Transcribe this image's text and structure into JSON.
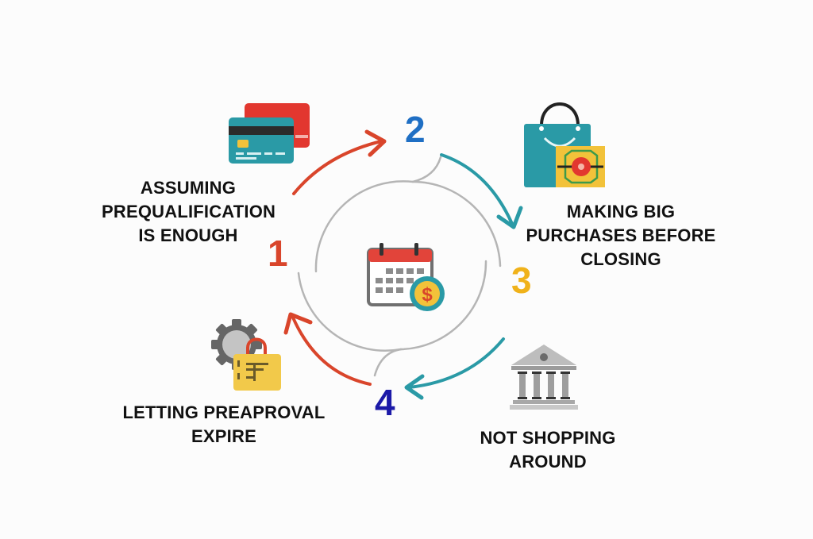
{
  "diagram": {
    "center_icon": "calendar-dollar-icon",
    "steps": [
      {
        "number": "1",
        "number_color": "#d9452b",
        "label_lines": [
          "ASSUMING",
          "PREQUALIFICATION",
          "IS ENOUGH"
        ],
        "icon": "credit-cards-icon"
      },
      {
        "number": "2",
        "number_color": "#1f6fc4",
        "label_lines": [
          "MAKING BIG",
          "PURCHASES BEFORE",
          "CLOSING"
        ],
        "icon": "shopping-bag-icon"
      },
      {
        "number": "3",
        "number_color": "#f0b21a",
        "label_lines": [
          "NOT SHOPPING",
          "AROUND"
        ],
        "icon": "bank-icon"
      },
      {
        "number": "4",
        "number_color": "#1c1aa8",
        "label_lines": [
          "LETTING PREAPROVAL",
          "EXPIRE"
        ],
        "icon": "gear-document-icon"
      }
    ],
    "arrows": [
      {
        "from": "1",
        "to": "2",
        "color": "#d9452b"
      },
      {
        "from": "2",
        "to": "3",
        "color": "#2a9aa6"
      },
      {
        "from": "3",
        "to": "4",
        "color": "#2a9aa6"
      },
      {
        "from": "4",
        "to": "1",
        "color": "#d9452b"
      }
    ]
  }
}
